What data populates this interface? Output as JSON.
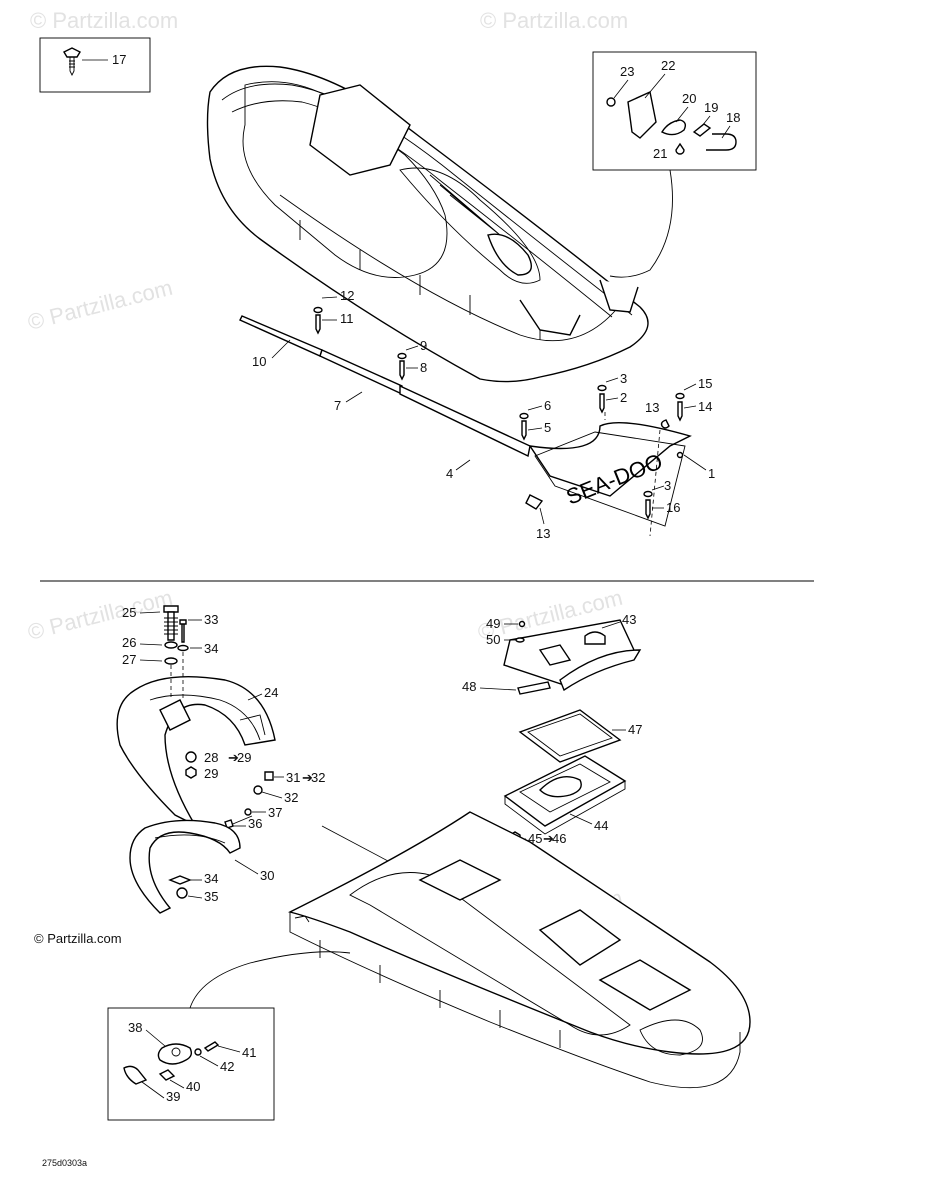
{
  "watermark": "© Partzilla.com",
  "copyright_label": "© Partzilla.com",
  "drawing_code": "275d0303a",
  "decal_text": "SEA-DOO",
  "callouts": {
    "c1": "1",
    "c2": "2",
    "c3a": "3",
    "c3b": "3",
    "c4": "4",
    "c5": "5",
    "c6": "6",
    "c7": "7",
    "c8": "8",
    "c9": "9",
    "c10": "10",
    "c11": "11",
    "c12": "12",
    "c13a": "13",
    "c13b": "13",
    "c14": "14",
    "c15": "15",
    "c16": "16",
    "c17": "17",
    "c18": "18",
    "c19": "19",
    "c20": "20",
    "c21": "21",
    "c22": "22",
    "c23": "23",
    "c24": "24",
    "c25": "25",
    "c26": "26",
    "c27": "27",
    "c28": "28",
    "c28b": "29",
    "c29": "29",
    "c30": "30",
    "c31": "31",
    "c31b": "32",
    "c32": "32",
    "c33": "33",
    "c34a": "34",
    "c34b": "34",
    "c35": "35",
    "c36": "36",
    "c37": "37",
    "c38": "38",
    "c39": "39",
    "c40": "40",
    "c41": "41",
    "c42": "42",
    "c43": "43",
    "c44": "44",
    "c45": "45",
    "c45b": "46",
    "c46": "46",
    "c47": "47",
    "c48": "48",
    "c49": "49",
    "c50": "50"
  },
  "colors": {
    "line": "#000000",
    "watermark": "#e2e2e2",
    "background": "#ffffff"
  }
}
